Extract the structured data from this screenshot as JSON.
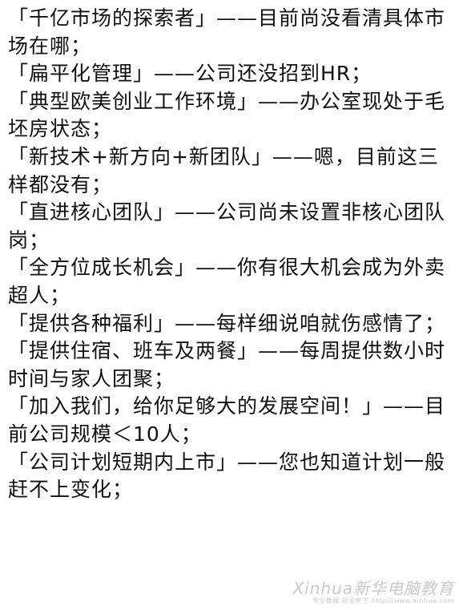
{
  "document": {
    "lines": [
      "「千亿市场的探索者」——目前尚没看清具体市",
      "场在哪；",
      "「扁平化管理」——公司还没招到HR；",
      "「典型欧美创业工作环境」——办公室现处于毛",
      "坯房状态；",
      "「新技术+新方向+新团队」——嗯，目前这三",
      "样都没有；",
      "「直进核心团队」——公司尚未设置非核心团队",
      "岗；",
      "「全方位成长机会」——你有很大机会成为外卖",
      "超人；",
      "「提供各种福利」——每样细说咱就伤感情了；",
      "「提供住宿、班车及两餐」——每周提供数小时",
      "时间与家人团聚；",
      "「加入我们，给你足够大的发展空间！」——目",
      "前公司规模＜10人；",
      "「公司计划短期内上市」——您也知道计划一般",
      "赶不上变化；"
    ]
  },
  "watermark": {
    "main": "Xinhua新华电脑教育",
    "sub": "专业教程 就业天下 http://www.xinhua.com"
  }
}
